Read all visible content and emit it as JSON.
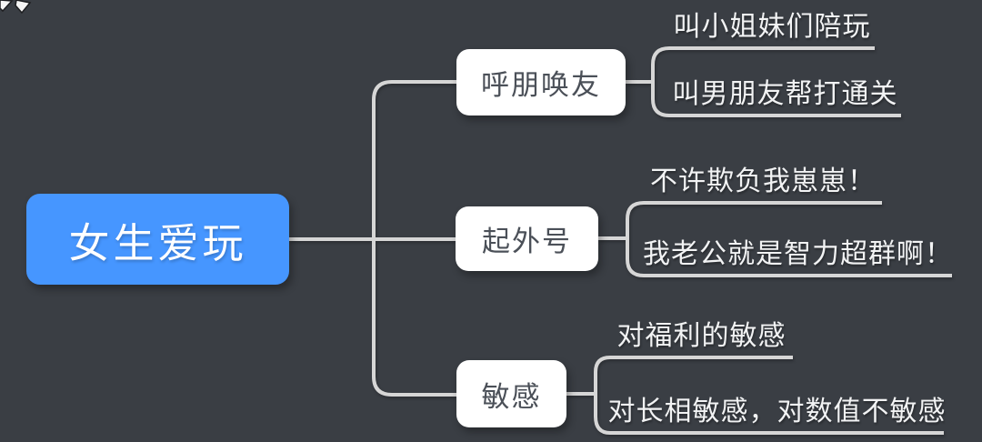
{
  "colors": {
    "background": "#3a3e44",
    "accent_blue": "#4696ff",
    "line_gray": "#d6d6d6",
    "node_background": "#ffffff",
    "node_text": "#4b5058",
    "leaf_text": "#f2f3f4"
  },
  "mindmap": {
    "root": {
      "label": "女生爱玩"
    },
    "branches": [
      {
        "label": "呼朋唤友",
        "children": [
          {
            "text": "叫小姐妹们陪玩"
          },
          {
            "text": "叫男朋友帮打通关"
          }
        ]
      },
      {
        "label": "起外号",
        "children": [
          {
            "text": "不许欺负我崽崽！"
          },
          {
            "text": "我老公就是智力超群啊！"
          }
        ]
      },
      {
        "label": "敏感",
        "children": [
          {
            "text": "对福利的敏感"
          },
          {
            "text": "对长相敏感，对数值不敏感"
          }
        ]
      }
    ]
  }
}
